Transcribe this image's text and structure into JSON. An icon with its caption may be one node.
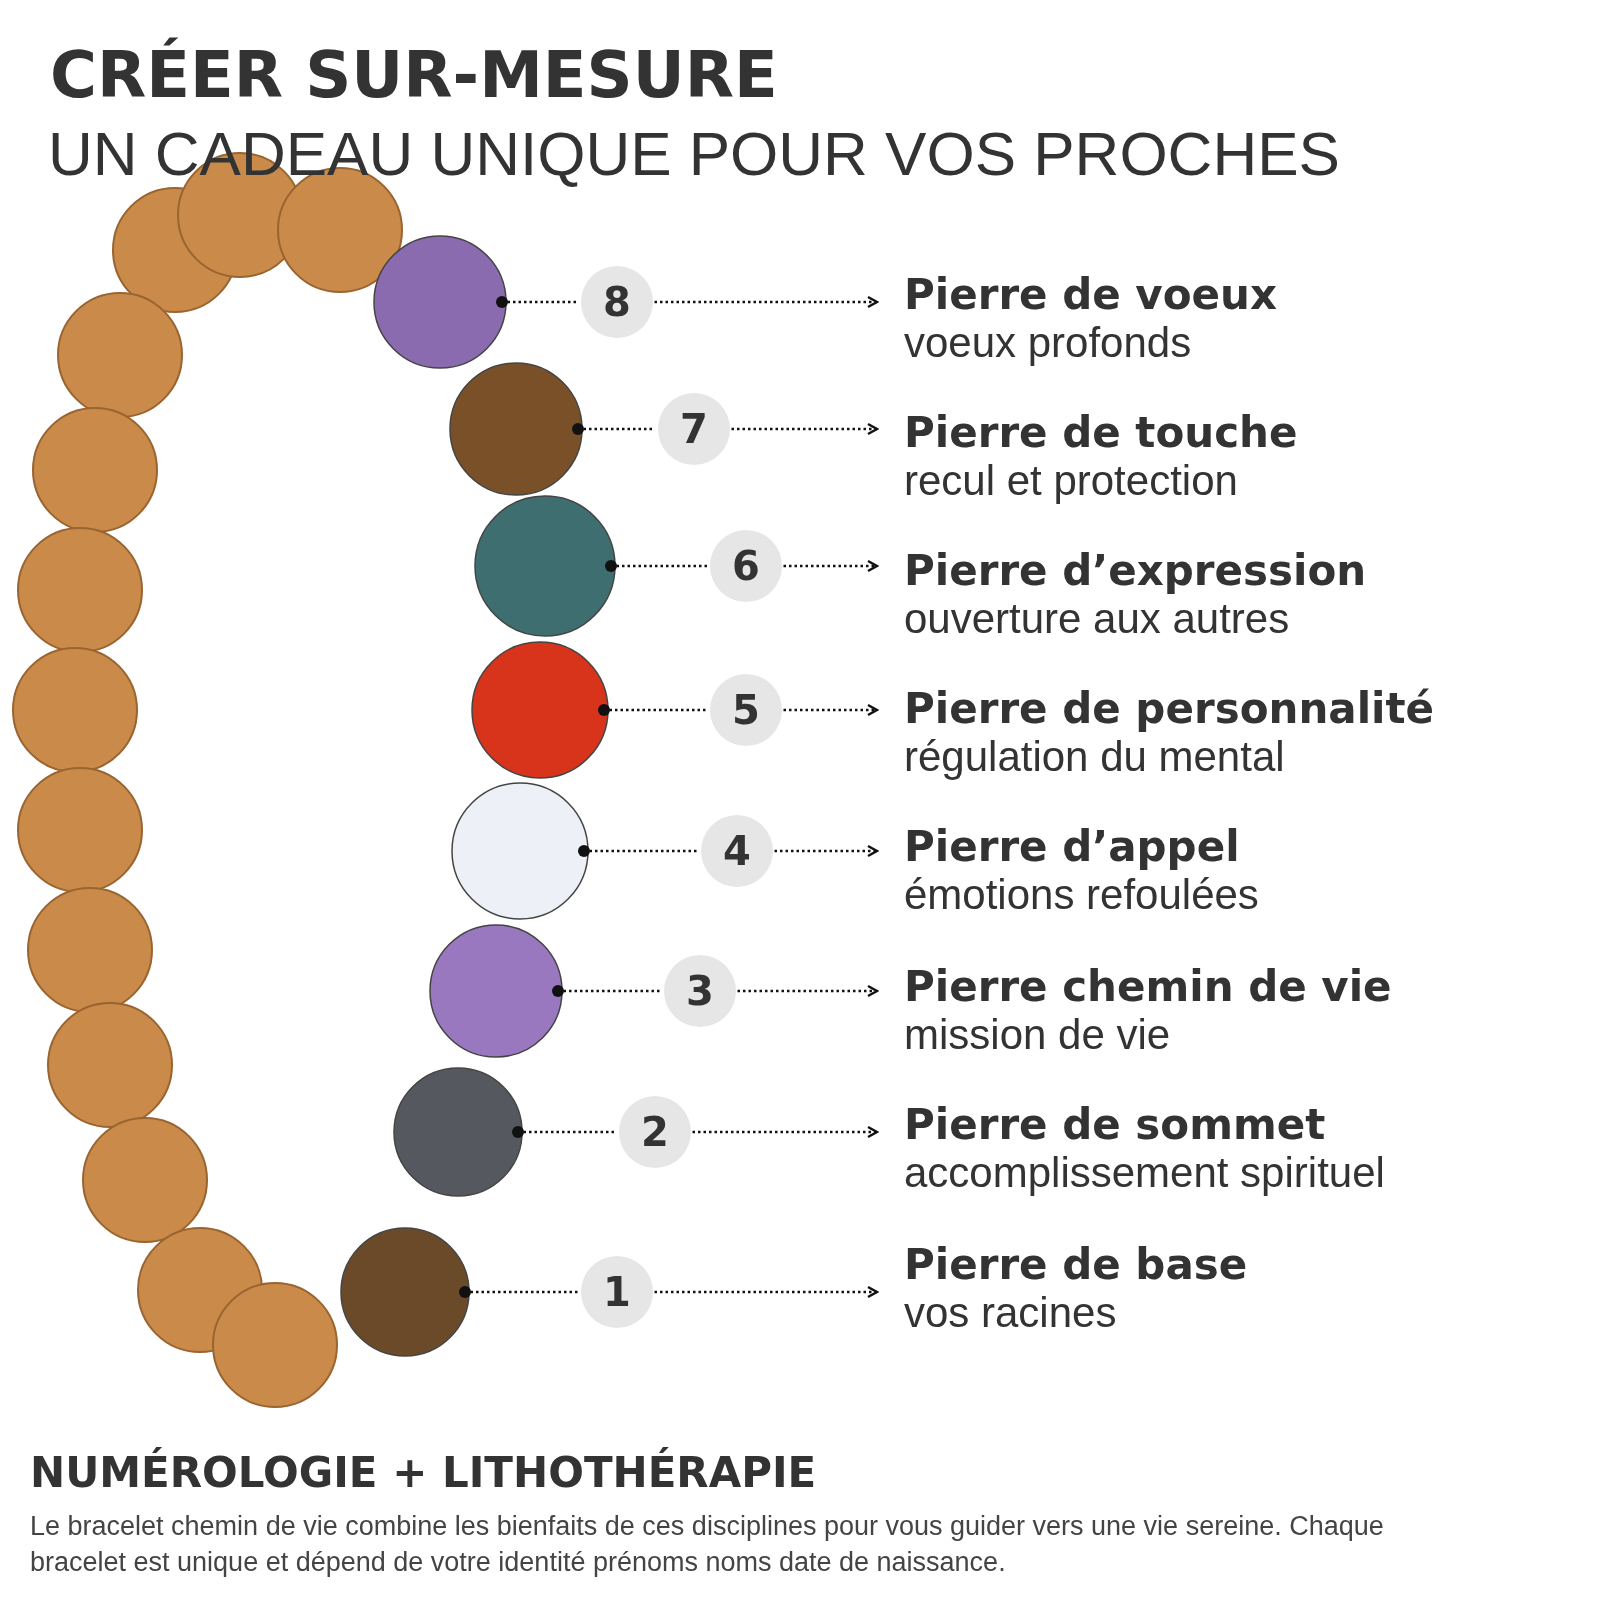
{
  "diagram": {
    "title": "CRÉER SUR-MESURE",
    "nodes": [
      {
        "text": [],
        "shape": "circle"
      },
      {
        "text": [
          "8"
        ]
      },
      {
        "text": [
          "Pierre de voeux",
          "voeux profonds"
        ]
      },
      {
        "text": [],
        "shape": "circle"
      },
      {
        "text": [
          "7"
        ]
      },
      {
        "text": [
          "Pierre de touche",
          "recul et protection"
        ]
      },
      {
        "text": [],
        "shape": "circle"
      },
      {
        "text": [
          "6"
        ]
      },
      {
        "text": [
          "Pierre d’expression",
          "ouverture aux autres"
        ]
      },
      {
        "text": [],
        "shape": "circle"
      },
      {
        "text": [
          "5"
        ]
      },
      {
        "text": [
          "Pierre de personnalité",
          "régulation du mental"
        ]
      },
      {
        "text": [],
        "shape": "circle"
      },
      {
        "text": [
          "4"
        ]
      },
      {
        "text": [
          "Pierre d’appel",
          "émotions refoulées"
        ]
      },
      {
        "text": [],
        "shape": "circle"
      },
      {
        "text": [
          "3"
        ]
      },
      {
        "text": [
          "Pierre chemin de vie",
          "mission de vie"
        ]
      },
      {
        "text": [],
        "shape": "circle"
      },
      {
        "text": [
          "2"
        ]
      },
      {
        "text": [
          "Pierre de sommet",
          "accomplissement spirituel"
        ]
      },
      {
        "text": [],
        "shape": "circle"
      },
      {
        "text": [
          "1"
        ]
      },
      {
        "text": [
          "Pierre de base",
          "vos racines"
        ]
      }
    ],
    "edges": [
      {
        "from": 0,
        "to": 1,
        "arrow": "other",
        "style": "dashed"
      },
      {
        "from": 1,
        "to": 2,
        "arrow": "to",
        "style": "dashed"
      },
      {
        "from": 3,
        "to": 4,
        "arrow": "other",
        "style": "dashed"
      },
      {
        "from": 4,
        "to": 5,
        "arrow": "to",
        "style": "dashed"
      },
      {
        "from": 6,
        "to": 7,
        "arrow": "other",
        "style": "dashed"
      },
      {
        "from": 7,
        "to": 8,
        "arrow": "to",
        "style": "dashed"
      },
      {
        "from": 9,
        "to": 10,
        "arrow": "other",
        "style": "dashed"
      },
      {
        "from": 10,
        "to": 11,
        "arrow": "to",
        "style": "dashed"
      },
      {
        "from": 12,
        "to": 13,
        "arrow": "other",
        "style": "dashed"
      },
      {
        "from": 13,
        "to": 14,
        "arrow": "to",
        "style": "dashed"
      },
      {
        "from": 15,
        "to": 16,
        "arrow": "other",
        "style": "dashed"
      },
      {
        "from": 16,
        "to": 17,
        "arrow": "to",
        "style": "dashed"
      },
      {
        "from": 18,
        "to": 19,
        "arrow": "other",
        "style": "dashed"
      },
      {
        "from": 19,
        "to": 20,
        "arrow": "to",
        "style": "dashed"
      },
      {
        "from": 21,
        "to": 22,
        "arrow": "other",
        "style": "dashed"
      },
      {
        "from": 22,
        "to": 23,
        "arrow": "to",
        "style": "dashed"
      }
    ],
    "labels": [
      "UN CADEAU UNIQUE POUR VOS PROCHES",
      "NUMÉROLOGIE + LITHOTHÉRAPIE",
      "Le bracelet chemin de vie combine les bienfaits de ces disciplines pour vous guider vers une vie sereine. Chaque bracelet est unique et dépend de votre identité prénoms noms date de naissance."
    ]
  }
}
